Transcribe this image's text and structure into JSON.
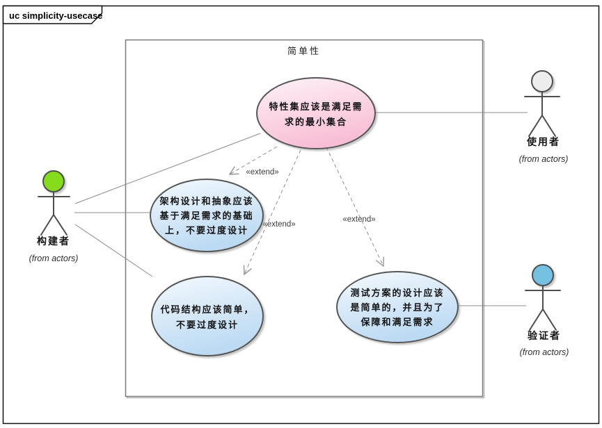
{
  "frame": {
    "label": "uc simplicity-usecase"
  },
  "boundary": {
    "title": "简单性"
  },
  "usecases": {
    "feature_set": {
      "lines": [
        "特性集应该是满足需",
        "求的最小集合"
      ]
    },
    "architecture": {
      "lines": [
        "架构设计和抽象应该",
        "基于满足需求的基础",
        "上，不要过度设计"
      ]
    },
    "code": {
      "lines": [
        "代码结构应该简单，",
        "不要过度设计"
      ]
    },
    "test": {
      "lines": [
        "测试方案的设计应该",
        "是简单的，并且为了",
        "保障和满足需求"
      ]
    }
  },
  "actors": {
    "builder": {
      "name": "构建者",
      "from": "(from actors)",
      "head_color": "#84DC1F"
    },
    "user": {
      "name": "使用者",
      "from": "(from actors)",
      "head_color": "#EDEDED"
    },
    "verifier": {
      "name": "验证者",
      "from": "(from actors)",
      "head_color": "#74C1E2"
    }
  },
  "connectors": {
    "extend_label": "«extend»"
  },
  "colors": {
    "pink_light": "#FEF2F7",
    "pink_dark": "#F8BED5",
    "blue_light": "#F4F9FE",
    "blue_dark": "#BCDAF3",
    "node_stroke": "#565656"
  }
}
